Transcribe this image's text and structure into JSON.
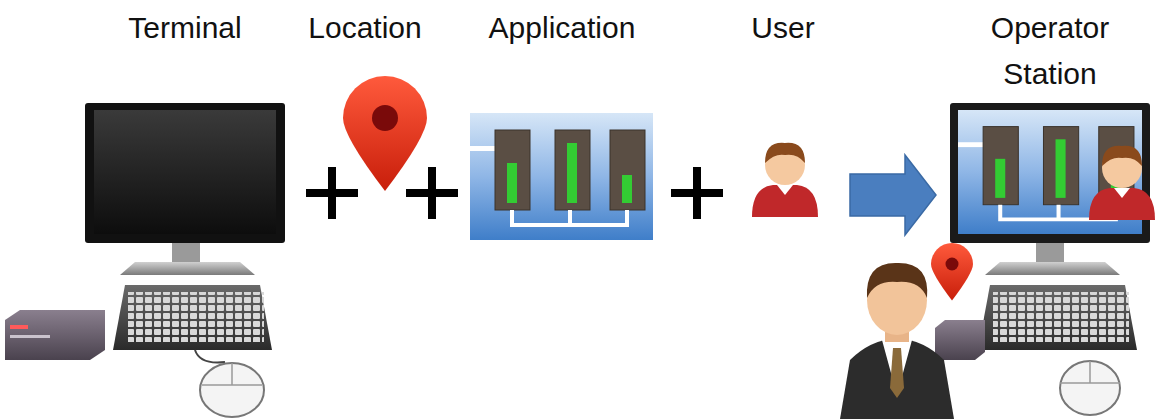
{
  "diagram": {
    "labels": [
      "Terminal",
      "Location",
      "Application",
      "User",
      "Operator Station"
    ]
  }
}
